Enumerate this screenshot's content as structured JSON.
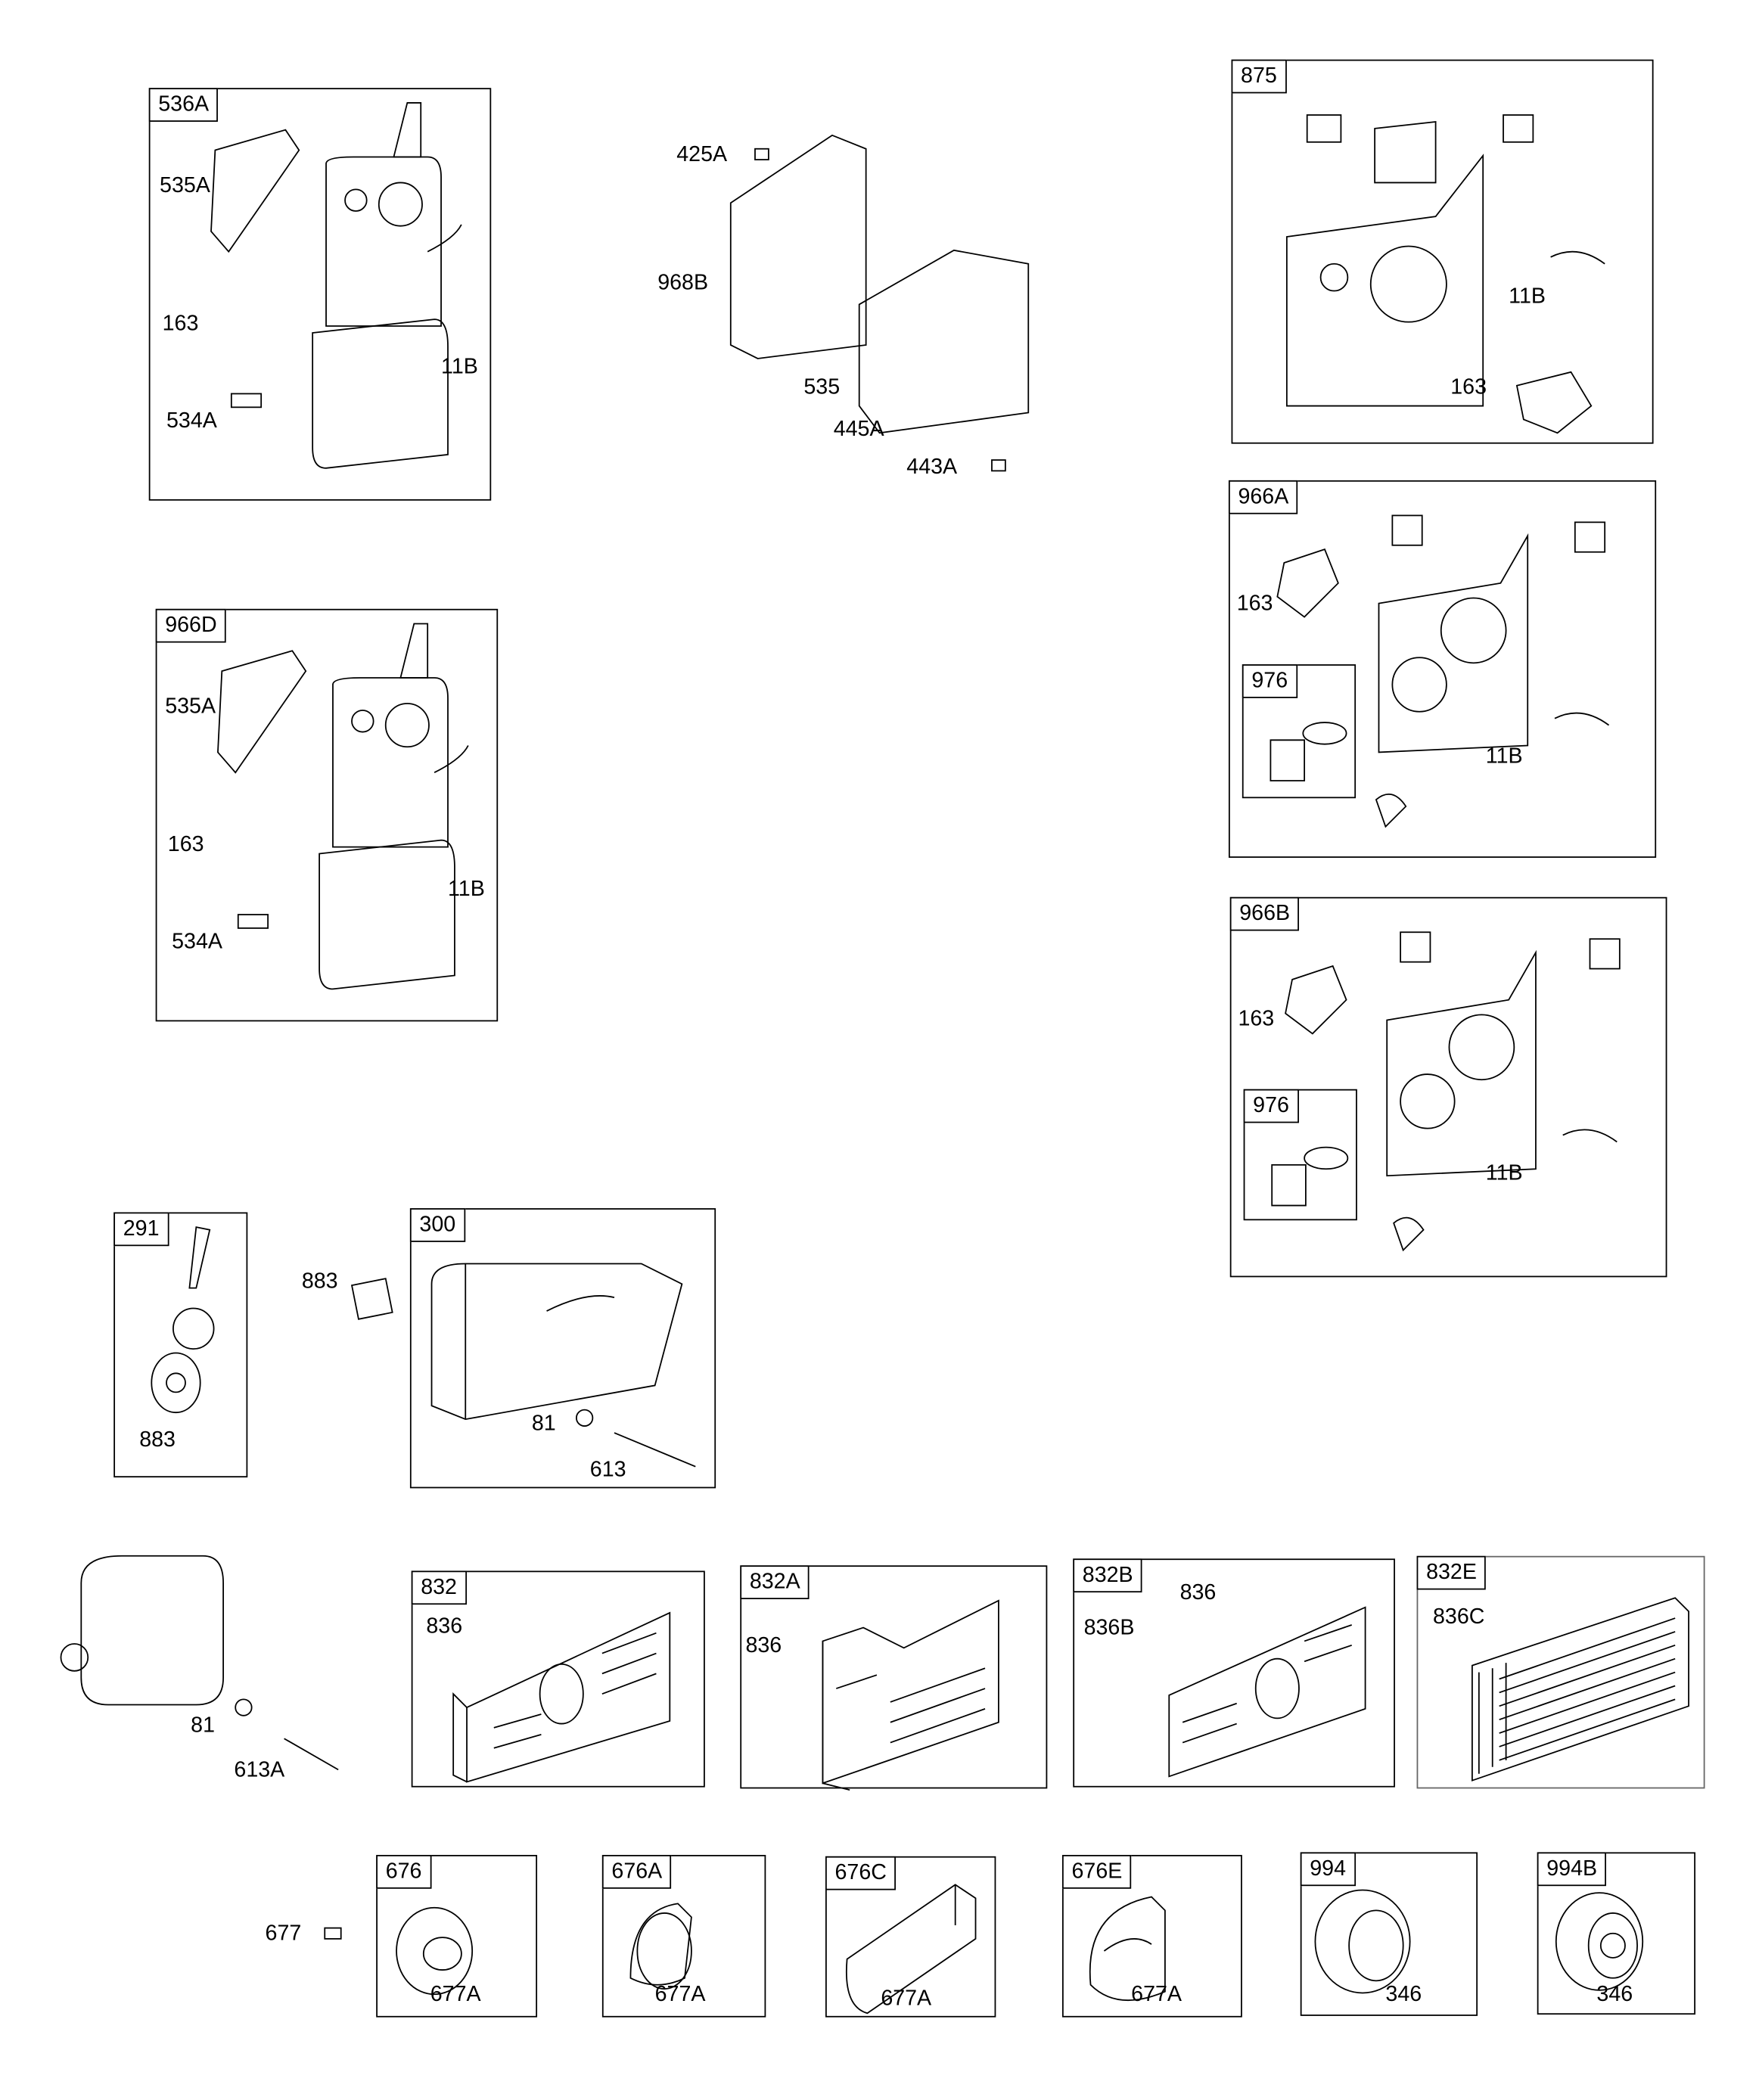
{
  "title": "Engine parts diagram - air cleaner, muffler and guards",
  "groups": [
    {
      "ref": "536A",
      "callouts": [
        "535A",
        "163",
        "534A",
        "11B"
      ]
    },
    {
      "ref": "966D",
      "callouts": [
        "535A",
        "163",
        "534A",
        "11B"
      ]
    },
    {
      "ref": "875",
      "callouts": [
        "11B",
        "163"
      ]
    },
    {
      "ref": "966A",
      "callouts": [
        "163",
        "11B"
      ]
    },
    {
      "ref": "976",
      "callouts": []
    },
    {
      "ref": "966B",
      "callouts": [
        "163",
        "11B"
      ]
    },
    {
      "ref": "976",
      "callouts": []
    },
    {
      "ref": "291",
      "callouts": [
        "883"
      ]
    },
    {
      "ref": "300",
      "callouts": [
        "81",
        "613"
      ]
    },
    {
      "ref": "832",
      "callouts": [
        "836"
      ]
    },
    {
      "ref": "832A",
      "callouts": [
        "836"
      ]
    },
    {
      "ref": "832B",
      "callouts": [
        "836",
        "836B"
      ]
    },
    {
      "ref": "832E",
      "callouts": [
        "836C"
      ]
    },
    {
      "ref": "676",
      "callouts": [
        "677A"
      ]
    },
    {
      "ref": "676A",
      "callouts": [
        "677A"
      ]
    },
    {
      "ref": "676C",
      "callouts": [
        "677A"
      ]
    },
    {
      "ref": "676E",
      "callouts": [
        "677A"
      ]
    },
    {
      "ref": "994",
      "callouts": [
        "346"
      ]
    },
    {
      "ref": "994B",
      "callouts": [
        "346"
      ]
    }
  ],
  "loose_callouts": [
    "425A",
    "968B",
    "535",
    "445A",
    "443A",
    "883",
    "81",
    "613A",
    "677"
  ]
}
